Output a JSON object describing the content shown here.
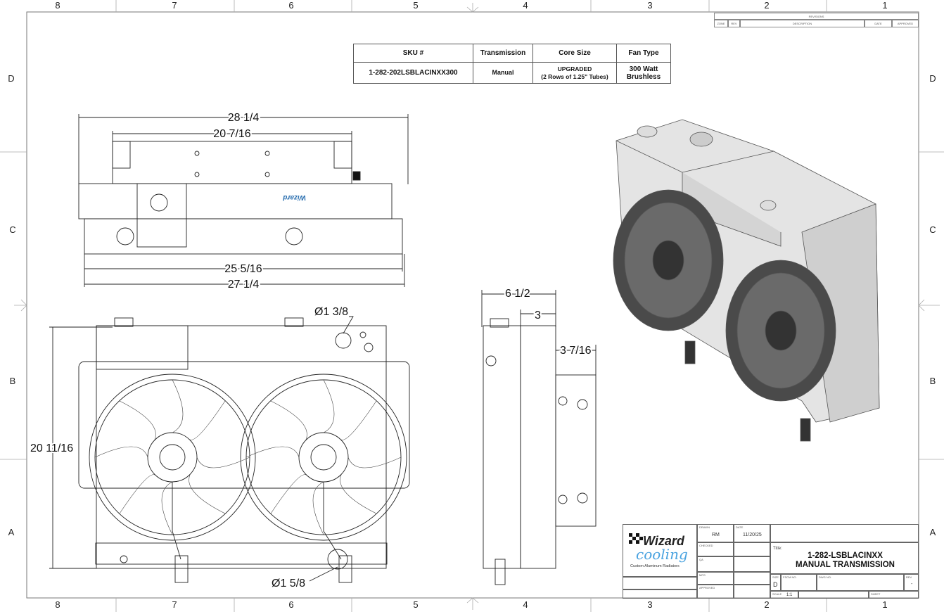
{
  "zones": {
    "columns": [
      "8",
      "7",
      "6",
      "5",
      "4",
      "3",
      "2",
      "1"
    ],
    "rows": [
      "D",
      "C",
      "B",
      "A"
    ]
  },
  "revisions": {
    "title": "REVISIONS",
    "headers": [
      "ZONE",
      "REV",
      "DESCRIPTION",
      "DATE",
      "APPROVED"
    ]
  },
  "spec_table": {
    "headers": [
      "SKU #",
      "Transmission",
      "Core Size",
      "Fan Type"
    ],
    "row": [
      "1-282-202LSBLACINXX300",
      "Manual",
      "UPGRADED\n(2 Rows of 1.25\" Tubes)",
      "300 Watt\nBrushless"
    ]
  },
  "dimensions": {
    "top_overall": "28 1/4",
    "top_inner": "20 7/16",
    "top_bottom_inner": "25 5/16",
    "top_bottom_overall": "27 1/4",
    "front_height": "20 11/16",
    "cap_dia": "Ø1 3/8",
    "outlet_dia": "Ø1 5/8",
    "side_depth": "6 1/2",
    "side_core": "3",
    "side_fan": "3 7/16"
  },
  "logo": {
    "brand": "Wizard",
    "sub": "cooling",
    "tagline": "Custom Aluminum Radiators"
  },
  "title_block": {
    "drawn_label": "DRAWN",
    "drawn": "RM",
    "date_label": "DATE",
    "date": "11/20/25",
    "checked_label": "CHECKED",
    "qa_label": "QA",
    "mfg_label": "MFG",
    "approved_label": "APPROVED",
    "title_label": "Title:",
    "title_line1": "1-282-LSBLACINXX",
    "title_line2": "MANUAL TRANSMISSION",
    "size_label": "SIZE",
    "size": "D",
    "fscm_label": "FSCM NO.",
    "dwg_label": "DWG NO.",
    "rev_label": "REV",
    "rev": "-",
    "scale_label": "SCALE",
    "scale": "1:1",
    "sheet_label": "SHEET"
  }
}
